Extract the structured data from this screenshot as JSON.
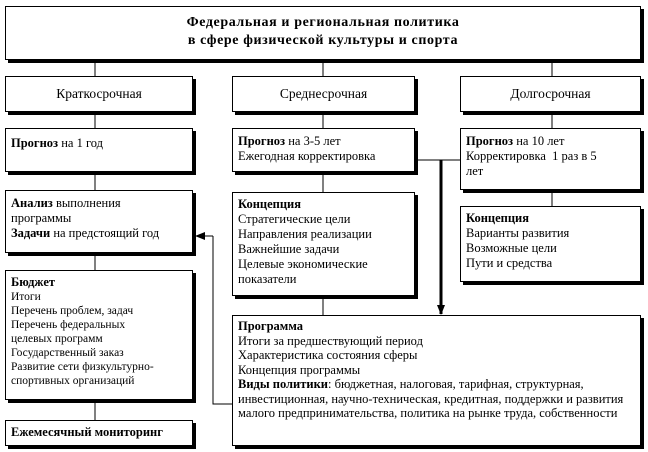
{
  "title": {
    "line1": "Федеральная и региональная политика",
    "line2": "в сфере физической культуры и спорта"
  },
  "columns": {
    "short": "Краткосрочная",
    "mid": "Среднесрочная",
    "long": "Долгосрочная"
  },
  "short_forecast": {
    "bold": "Прогноз",
    "rest": " на 1 год"
  },
  "analysis": {
    "bold1": "Анализ",
    "rest1": " выполнения",
    "line2": "программы",
    "bold3": "Задачи",
    "rest3": " на предстоящий год"
  },
  "budget": {
    "heading": "Бюджет",
    "items": [
      "Итоги",
      "Перечень проблем, задач",
      "Перечень федеральных",
      "целевых программ",
      "Государственный заказ",
      "Развитие сети физкультурно-",
      "спортивных организаций"
    ]
  },
  "monitoring": {
    "label": "Ежемесячный мониторинг"
  },
  "mid_forecast": {
    "bold": "Прогноз",
    "rest": " на 3-5 лет",
    "line2": "Ежегодная корректировка"
  },
  "mid_concept": {
    "heading": "Концепция",
    "items": [
      "Стратегические цели",
      "Направления реализации",
      "Важнейшие задачи",
      "Целевые экономические",
      "показатели"
    ]
  },
  "long_forecast": {
    "bold": "Прогноз",
    "rest": " на 10 лет",
    "line2": "Корректировка  1 раз в 5",
    "line3": "лет"
  },
  "long_concept": {
    "heading": "Концепция",
    "items": [
      "Варианты развития",
      "Возможные цели",
      "Пути и средства"
    ]
  },
  "program": {
    "heading": "Программа",
    "items": [
      "Итоги за предшествующий период",
      "Характеристика состояния сферы",
      "Концепция программы"
    ],
    "policy_bold": "Виды политики",
    "policy_rest": ": бюджетная, налоговая, тарифная, структурная, инвестиционная, научно-техническая, кредитная, поддержки и развития малого предпринимательства, политика на рынке труда, собственности"
  }
}
